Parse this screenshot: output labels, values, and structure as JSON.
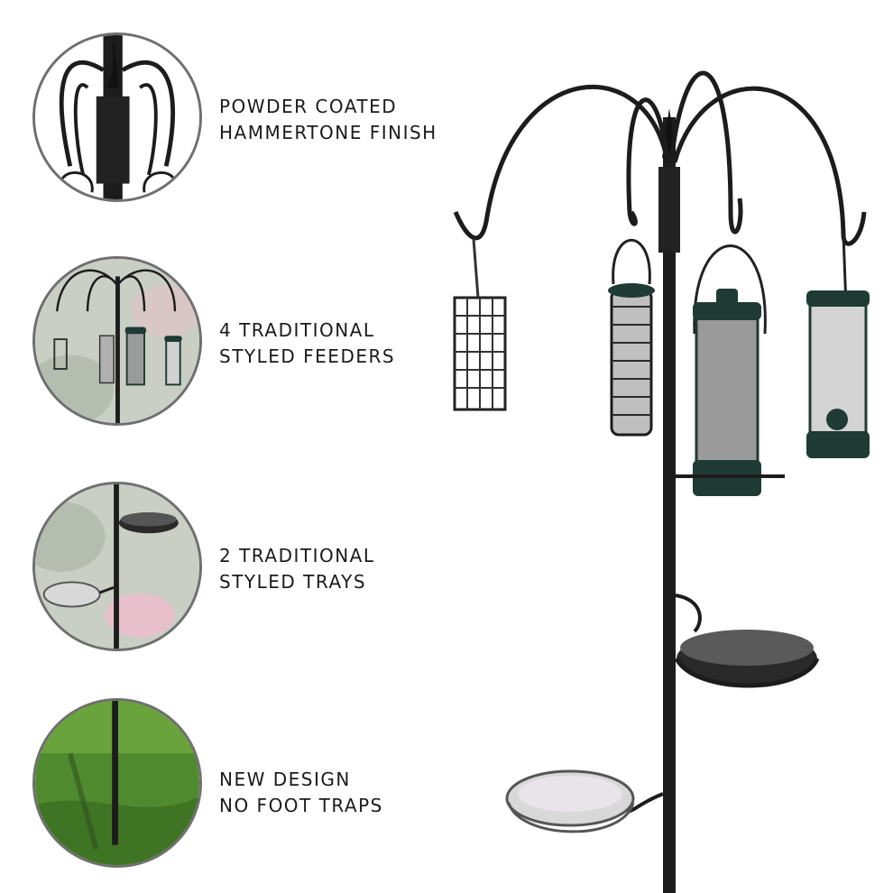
{
  "features": [
    {
      "lines": [
        "POWDER COATED",
        "HAMMERTONE FINISH"
      ],
      "icon": "pole-top-closeup"
    },
    {
      "lines": [
        "4 TRADITIONAL",
        "STYLED FEEDERS"
      ],
      "icon": "feeders-closeup"
    },
    {
      "lines": [
        "2 TRADITIONAL",
        "STYLED TRAYS"
      ],
      "icon": "trays-closeup"
    },
    {
      "lines": [
        "NEW DESIGN",
        "NO FOOT TRAPS"
      ],
      "icon": "grass-pole-closeup"
    }
  ],
  "colors": {
    "circle_border": "#6f6f6f",
    "metal": "#1c1c1c",
    "feeder_green": "#1f3b33",
    "mesh": "#8a8a8a",
    "grass": "#4f8a2e",
    "garden_bg": "#c9cfc4"
  }
}
